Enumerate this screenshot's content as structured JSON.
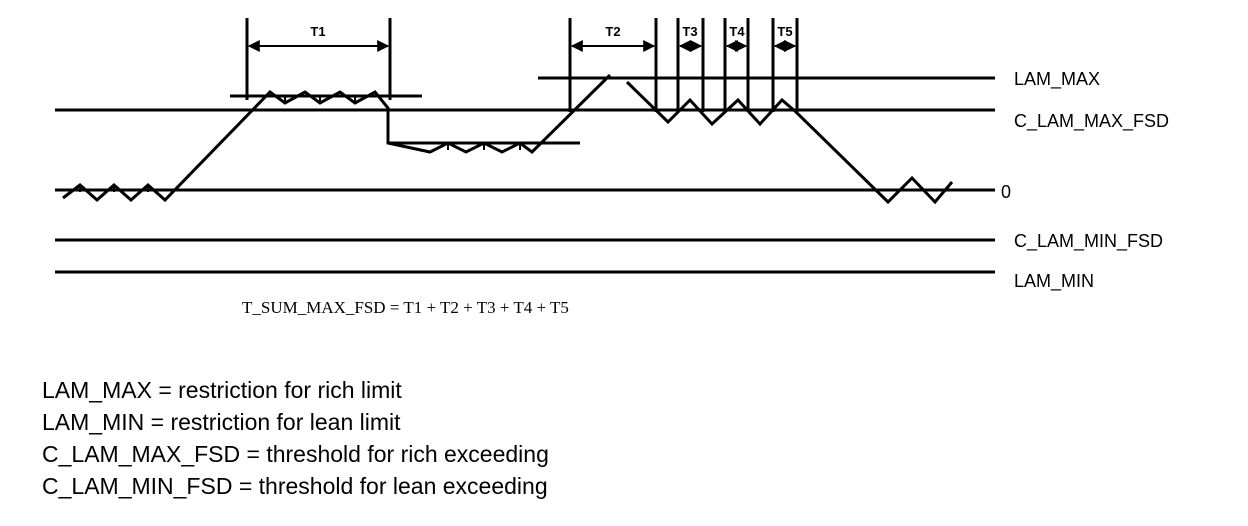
{
  "levels": {
    "lam_max": "LAM_MAX",
    "c_lam_max_fsd": "C_LAM_MAX_FSD",
    "zero": "0",
    "c_lam_min_fsd": "C_LAM_MIN_FSD",
    "lam_min": "LAM_MIN"
  },
  "intervals": [
    "T1",
    "T2",
    "T3",
    "T4",
    "T5"
  ],
  "formula": "T_SUM_MAX_FSD = T1 + T2 + T3 + T4 + T5",
  "legend": [
    "LAM_MAX = restriction for rich limit",
    "LAM_MIN = restriction for lean limit",
    "C_LAM_MAX_FSD = threshold for rich exceeding",
    "C_LAM_MIN_FSD = threshold for lean exceeding"
  ]
}
